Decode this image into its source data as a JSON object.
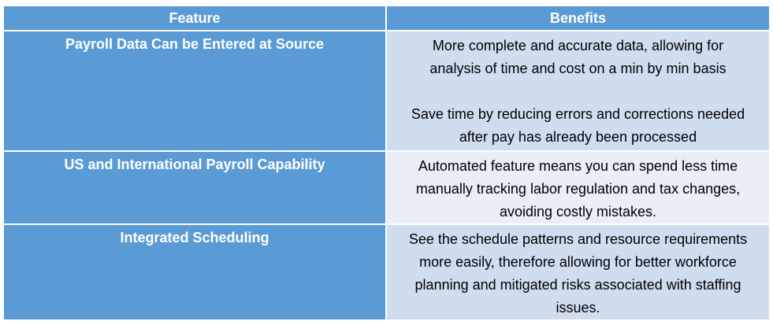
{
  "table": {
    "headers": {
      "feature": "Feature",
      "benefits": "Benefits"
    },
    "rows": [
      {
        "feature": "Payroll Data Can be Entered at Source",
        "benefits": [
          "More complete and accurate data, allowing for analysis of time and cost on a min by min basis",
          "Save time by reducing errors and corrections needed after pay has already been processed"
        ]
      },
      {
        "feature": "US and International Payroll Capability",
        "benefits": [
          "Automated feature means you can spend less time manually tracking labor regulation and tax changes, avoiding costly mistakes."
        ]
      },
      {
        "feature": "Integrated Scheduling",
        "benefits": [
          "See the schedule patterns and resource requirements more easily, therefore allowing for better workforce planning and mitigated risks associated with staffing issues."
        ]
      }
    ],
    "colors": {
      "header_bg": "#5b9bd5",
      "feature_bg": "#5b9bd5",
      "benefit_bg_dark": "#d0ddef",
      "benefit_bg_light": "#e9eef7"
    }
  }
}
